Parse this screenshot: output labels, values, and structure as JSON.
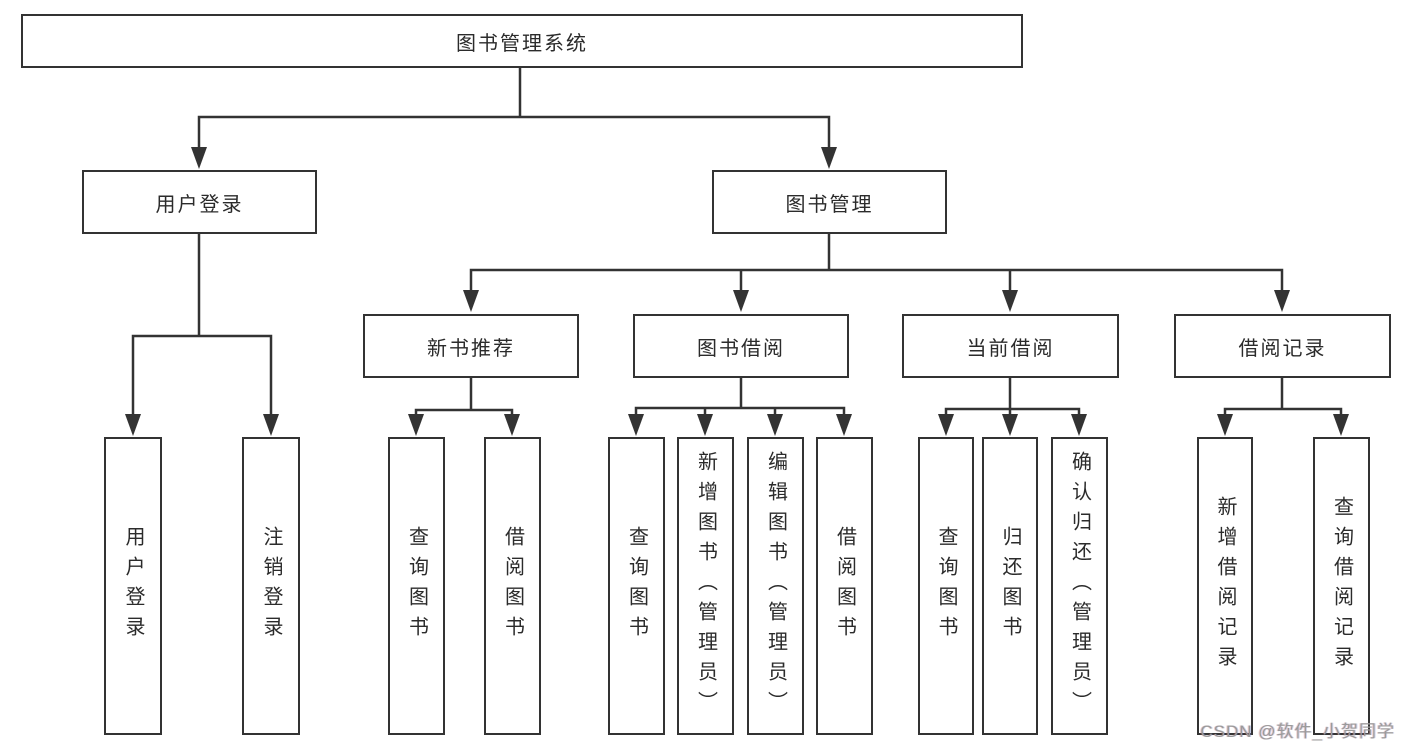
{
  "colors": {
    "line": "#333333",
    "box_border": "#333333",
    "box_background": "#ffffff",
    "text": "#2b2b2b",
    "watermark": "#9b9b9b"
  },
  "tree": {
    "root": {
      "label": "图书管理系统"
    },
    "level2": [
      {
        "label": "用户登录",
        "children": [
          {
            "label": "用户登录"
          },
          {
            "label": "注销登录"
          }
        ]
      },
      {
        "label": "图书管理",
        "children": [
          {
            "label": "新书推荐",
            "children": [
              {
                "label": "查询图书"
              },
              {
                "label": "借阅图书"
              }
            ]
          },
          {
            "label": "图书借阅",
            "children": [
              {
                "label": "查询图书"
              },
              {
                "label": "新增图书（管理员）"
              },
              {
                "label": "编辑图书（管理员）"
              },
              {
                "label": "借阅图书"
              }
            ]
          },
          {
            "label": "当前借阅",
            "children": [
              {
                "label": "查询图书"
              },
              {
                "label": "归还图书"
              },
              {
                "label": "确认归还（管理员）"
              }
            ]
          },
          {
            "label": "借阅记录",
            "children": [
              {
                "label": "新增借阅记录"
              },
              {
                "label": "查询借阅记录"
              }
            ]
          }
        ]
      }
    ]
  },
  "watermark": {
    "text": "CSDN @软件_小贺同学"
  }
}
